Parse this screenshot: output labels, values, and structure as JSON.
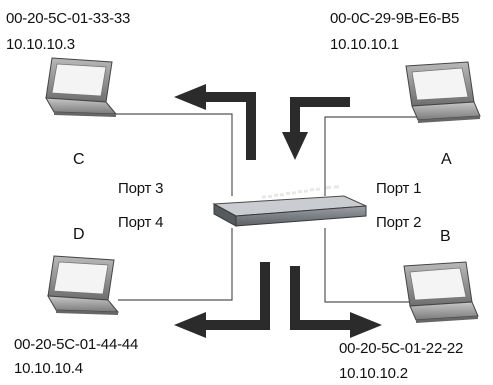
{
  "hosts": {
    "c": {
      "mac": "00-20-5C-01-33-33",
      "ip": "10.10.10.3",
      "letter": "C"
    },
    "a": {
      "mac": "00-0C-29-9B-E6-B5",
      "ip": "10.10.10.1",
      "letter": "A"
    },
    "d": {
      "mac": "00-20-5C-01-44-44",
      "ip": "10.10.10.4",
      "letter": "D"
    },
    "b": {
      "mac": "00-20-5C-01-22-22",
      "ip": "10.10.10.2",
      "letter": "B"
    }
  },
  "ports": {
    "p3": "Порт 3",
    "p4": "Порт 4",
    "p1": "Порт 1",
    "p2": "Порт 2"
  },
  "colors": {
    "line": "#555555",
    "arrow": "#2a2a2a",
    "laptop_body": "#8a8a8a",
    "screen": "#f2f2f2",
    "switch_body": "#6f7378"
  }
}
